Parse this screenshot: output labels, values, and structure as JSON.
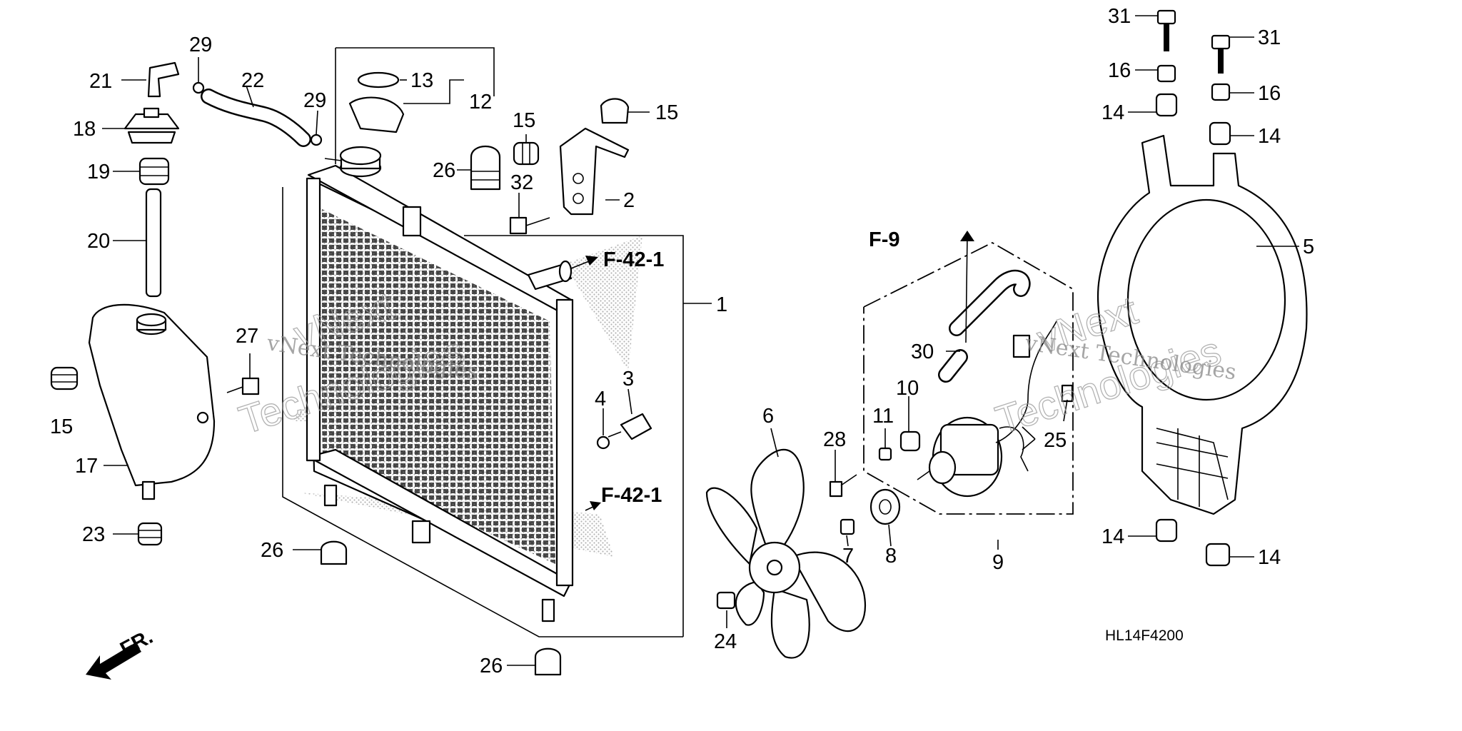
{
  "callouts": {
    "p1": "1",
    "p2": "2",
    "p3": "3",
    "p4": "4",
    "p5": "5",
    "p6": "6",
    "p7": "7",
    "p8": "8",
    "p9": "9",
    "p10": "10",
    "p11": "11",
    "p12": "12",
    "p13": "13",
    "p14a": "14",
    "p14b": "14",
    "p14c": "14",
    "p14d": "14",
    "p15a": "15",
    "p15b": "15",
    "p15c": "15",
    "p16a": "16",
    "p16b": "16",
    "p17": "17",
    "p18": "18",
    "p19": "19",
    "p20": "20",
    "p21": "21",
    "p22": "22",
    "p23": "23",
    "p24": "24",
    "p25": "25",
    "p26a": "26",
    "p26b": "26",
    "p26c": "26",
    "p27": "27",
    "p28": "28",
    "p29a": "29",
    "p29b": "29",
    "p30": "30",
    "p31a": "31",
    "p31b": "31",
    "p32": "32"
  },
  "references": {
    "f42_top": "F-42-1",
    "f42_bottom": "F-42-1",
    "f9": "F-9"
  },
  "front_arrow_label": "FR.",
  "diagram_code": "HL14F4200",
  "watermark": {
    "left_line1": "vNext",
    "left_line2": "vNext Technologies",
    "left_line3": "Technologies",
    "right_line1": "vNext",
    "right_line2": "vNext Technologies",
    "right_line3": "Technologies"
  },
  "icons": {
    "front_direction": "front-arrow-icon"
  }
}
